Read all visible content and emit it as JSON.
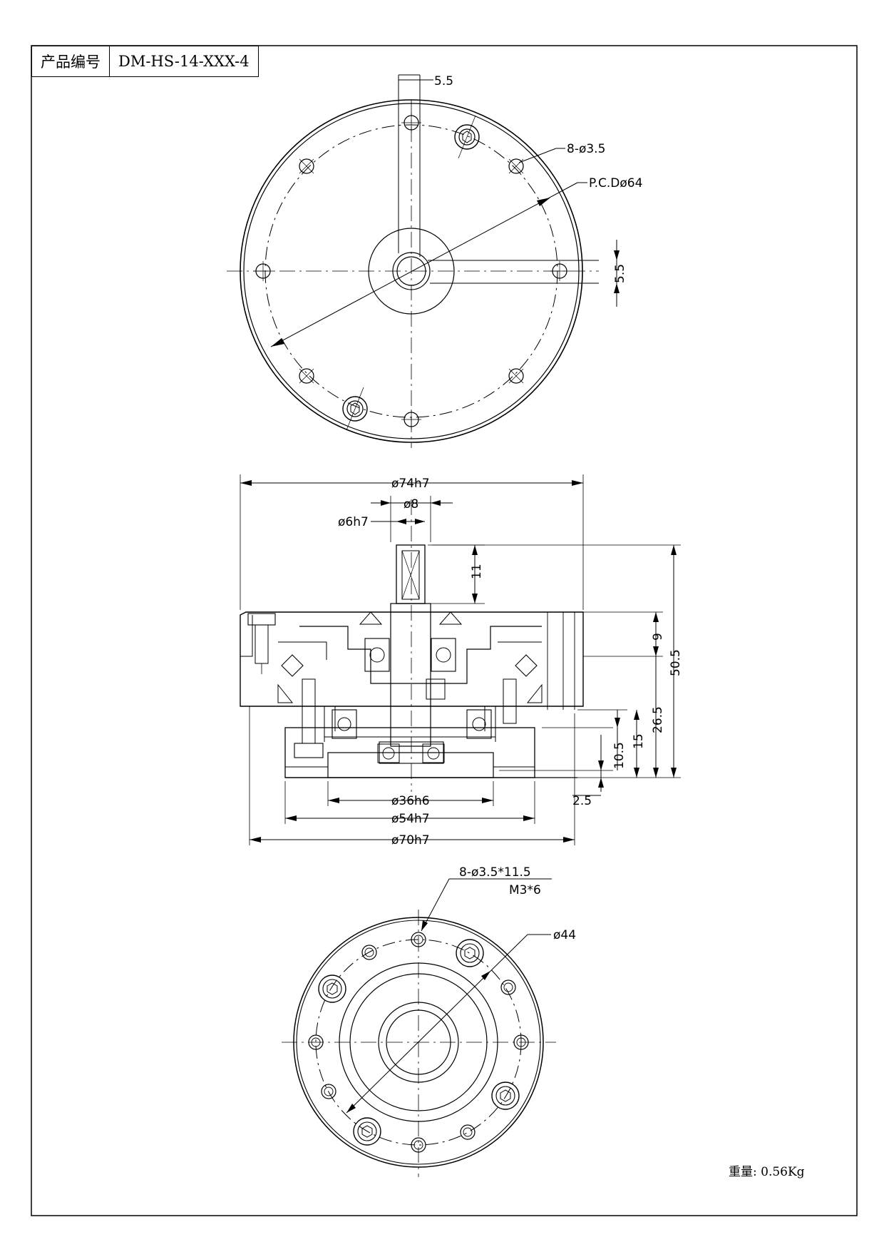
{
  "title_block": {
    "product_no_label": "产品编号",
    "product_no_value": "DM-HS-14-XXX-4"
  },
  "top_view": {
    "dim_slot_width": "5.5",
    "dim_keyway": "5.5",
    "dim_holes": "8-ø3.5",
    "dim_pcd": "P.C.Dø64"
  },
  "section_view": {
    "dim_outer": "ø74h7",
    "dim_shaft_8": "ø8",
    "dim_shaft_6": "ø6h7",
    "dim_11": "11",
    "dim_9": "9",
    "dim_50_5": "50.5",
    "dim_26_5": "26.5",
    "dim_15": "15",
    "dim_10_5": "10.5",
    "dim_2_5": "2.5",
    "dim_36": "ø36h6",
    "dim_54": "ø54h7",
    "dim_70": "ø70h7"
  },
  "bottom_view": {
    "dim_holes_line1": "8-ø3.5*11.5",
    "dim_holes_line2": "M3*6",
    "dim_pcd": "ø44"
  },
  "weight_text": "重量: 0.56Kg"
}
